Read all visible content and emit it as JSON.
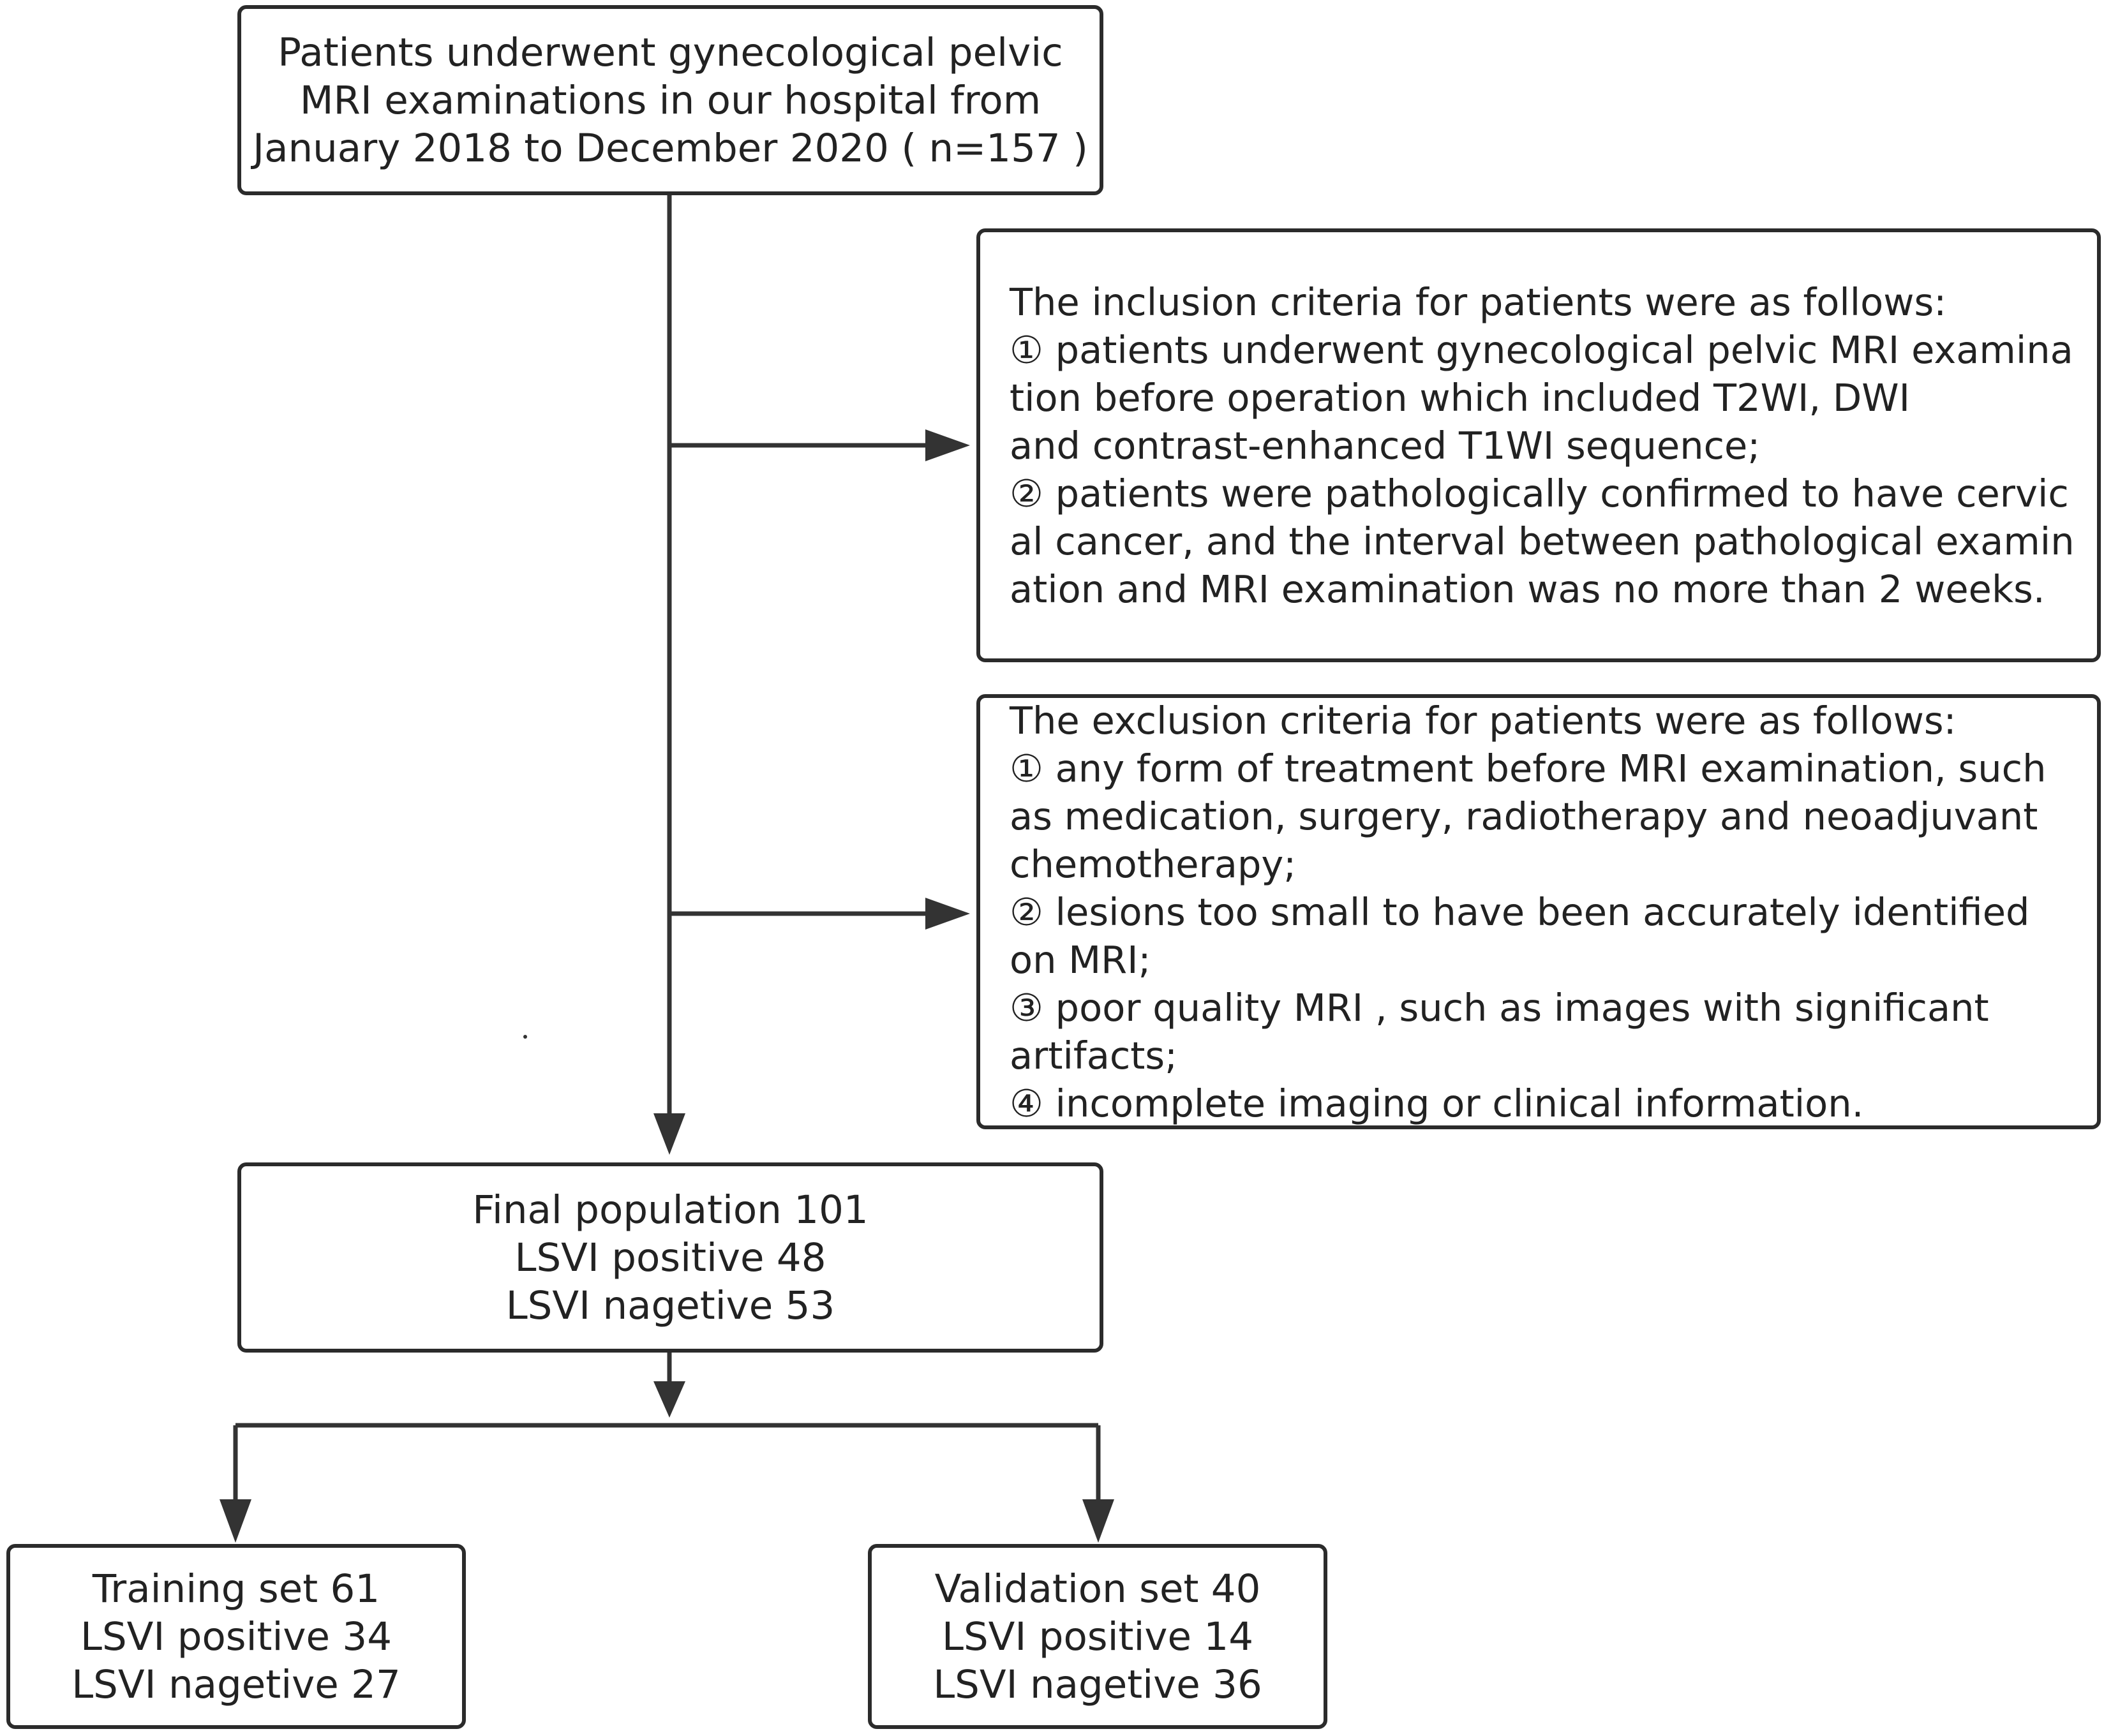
{
  "top": {
    "lines": [
      "Patients underwent gynecological pelvic",
      "MRI examinations in our hospital from",
      "January 2018 to December 2020 ( n=157 )"
    ]
  },
  "inclusion": {
    "lines": [
      "The inclusion criteria for patients were as follows:",
      "① patients underwent gynecological pelvic MRI examina",
      "tion before operation which included T2WI, DWI",
      "and contrast-enhanced T1WI sequence;",
      "② patients were pathologically confirmed to have cervic",
      "al cancer, and the interval between pathological examin",
      "ation and MRI examination was no more than 2 weeks."
    ]
  },
  "exclusion": {
    "lines": [
      "The exclusion criteria for patients were as follows:",
      "① any form of treatment before MRI examination, such",
      "as medication, surgery, radiotherapy and neoadjuvant",
      "chemotherapy;",
      "② lesions too small to have been accurately identified",
      "on MRI;",
      "③ poor quality MRI , such as images with significant",
      "artifacts;",
      "④ incomplete imaging or clinical information."
    ]
  },
  "final": {
    "lines": [
      "Final population  101",
      "LSVI positive  48",
      "LSVI nagetive  53"
    ]
  },
  "training": {
    "lines": [
      "Training set  61",
      "LSVI positive  34",
      "LSVI nagetive  27"
    ]
  },
  "validation": {
    "lines": [
      "Validation set  40",
      "LSVI positive  14",
      "LSVI nagetive  36"
    ]
  }
}
